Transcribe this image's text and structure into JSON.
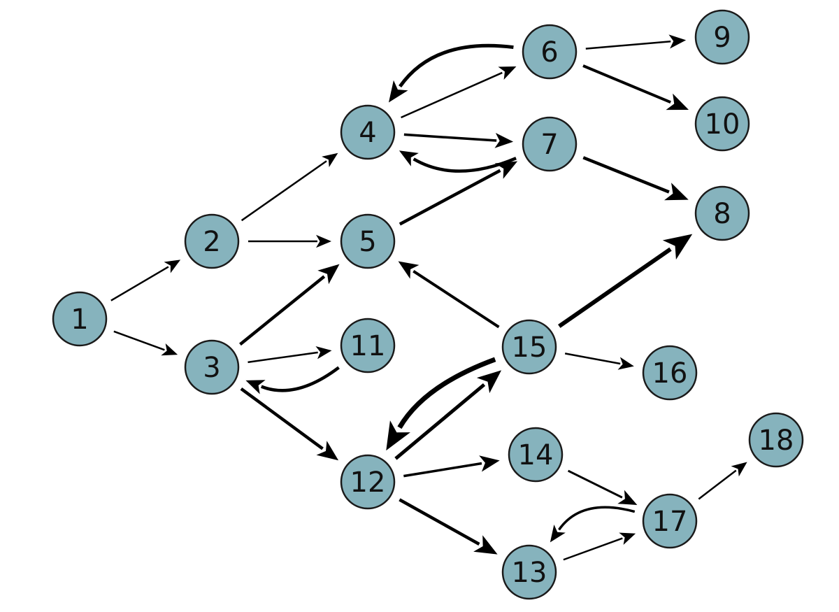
{
  "diagram": {
    "colors": {
      "node_fill": "#86b3bd",
      "node_stroke": "#1a1a1a",
      "edge": "#000000",
      "background": "#ffffff"
    },
    "nodes": [
      {
        "id": "1",
        "label": "1"
      },
      {
        "id": "2",
        "label": "2"
      },
      {
        "id": "3",
        "label": "3"
      },
      {
        "id": "4",
        "label": "4"
      },
      {
        "id": "5",
        "label": "5"
      },
      {
        "id": "6",
        "label": "6"
      },
      {
        "id": "7",
        "label": "7"
      },
      {
        "id": "8",
        "label": "8"
      },
      {
        "id": "9",
        "label": "9"
      },
      {
        "id": "10",
        "label": "10"
      },
      {
        "id": "11",
        "label": "11"
      },
      {
        "id": "12",
        "label": "12"
      },
      {
        "id": "13",
        "label": "13"
      },
      {
        "id": "14",
        "label": "14"
      },
      {
        "id": "15",
        "label": "15"
      },
      {
        "id": "16",
        "label": "16"
      },
      {
        "id": "17",
        "label": "17"
      },
      {
        "id": "18",
        "label": "18"
      }
    ],
    "edges": [
      {
        "from": "1",
        "to": "2"
      },
      {
        "from": "1",
        "to": "3"
      },
      {
        "from": "2",
        "to": "4"
      },
      {
        "from": "2",
        "to": "5"
      },
      {
        "from": "3",
        "to": "5"
      },
      {
        "from": "3",
        "to": "11"
      },
      {
        "from": "11",
        "to": "3"
      },
      {
        "from": "3",
        "to": "12"
      },
      {
        "from": "4",
        "to": "6"
      },
      {
        "from": "6",
        "to": "4"
      },
      {
        "from": "4",
        "to": "7"
      },
      {
        "from": "7",
        "to": "4"
      },
      {
        "from": "5",
        "to": "7"
      },
      {
        "from": "6",
        "to": "9"
      },
      {
        "from": "6",
        "to": "10"
      },
      {
        "from": "7",
        "to": "8"
      },
      {
        "from": "15",
        "to": "5"
      },
      {
        "from": "15",
        "to": "8"
      },
      {
        "from": "15",
        "to": "16"
      },
      {
        "from": "15",
        "to": "12"
      },
      {
        "from": "12",
        "to": "15"
      },
      {
        "from": "12",
        "to": "14"
      },
      {
        "from": "12",
        "to": "13"
      },
      {
        "from": "14",
        "to": "17"
      },
      {
        "from": "13",
        "to": "17"
      },
      {
        "from": "17",
        "to": "13"
      },
      {
        "from": "17",
        "to": "18"
      }
    ]
  }
}
